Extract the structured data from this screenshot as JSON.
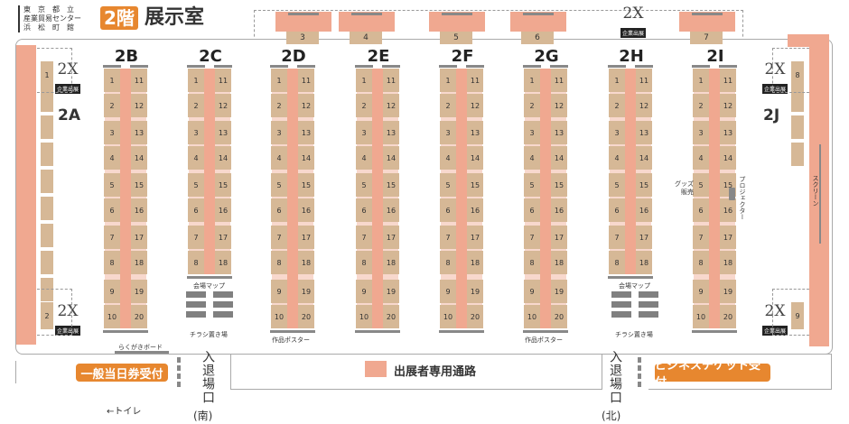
{
  "header": {
    "building": [
      "東　京　都　立",
      "産業貿易センター",
      "浜　松　町　館"
    ],
    "floor": "2階",
    "room": "展示室"
  },
  "top_booths": [
    "3",
    "4",
    "5",
    "6",
    "7"
  ],
  "x2_label": "2X",
  "x2_sub": "企業出展",
  "left_wall": [
    "1",
    "2"
  ],
  "right_wall": [
    "8",
    "9"
  ],
  "area_2A": "2A",
  "area_2J": "2J",
  "columns": [
    "2B",
    "2C",
    "2D",
    "2E",
    "2F",
    "2G",
    "2H",
    "2I"
  ],
  "left_nums": [
    "1",
    "2",
    "3",
    "4",
    "5",
    "6",
    "7",
    "8",
    "9",
    "10"
  ],
  "right_nums": [
    "11",
    "12",
    "13",
    "14",
    "15",
    "16",
    "17",
    "18",
    "19",
    "20"
  ],
  "labels": {
    "venue_map": "会場マップ",
    "flyer_area": "チラシ置き場",
    "poster": "作品ポスター",
    "doodle_board": "らくがきボード",
    "goods": "グッズ\n販売",
    "projector": "プロジェクター",
    "screen": "スクリーン",
    "legend": "出展者専用通路",
    "general_ticket": "一般当日券受付",
    "business_ticket": "ビジネスチケット受付",
    "toilet": "←トイレ",
    "entrance_south": "入退場口",
    "south": "(南)",
    "entrance_north": "入退場口",
    "north": "(北)"
  },
  "colors": {
    "aisle": "#f0a890",
    "booth": "#d6b896",
    "accent": "#e7872f"
  }
}
